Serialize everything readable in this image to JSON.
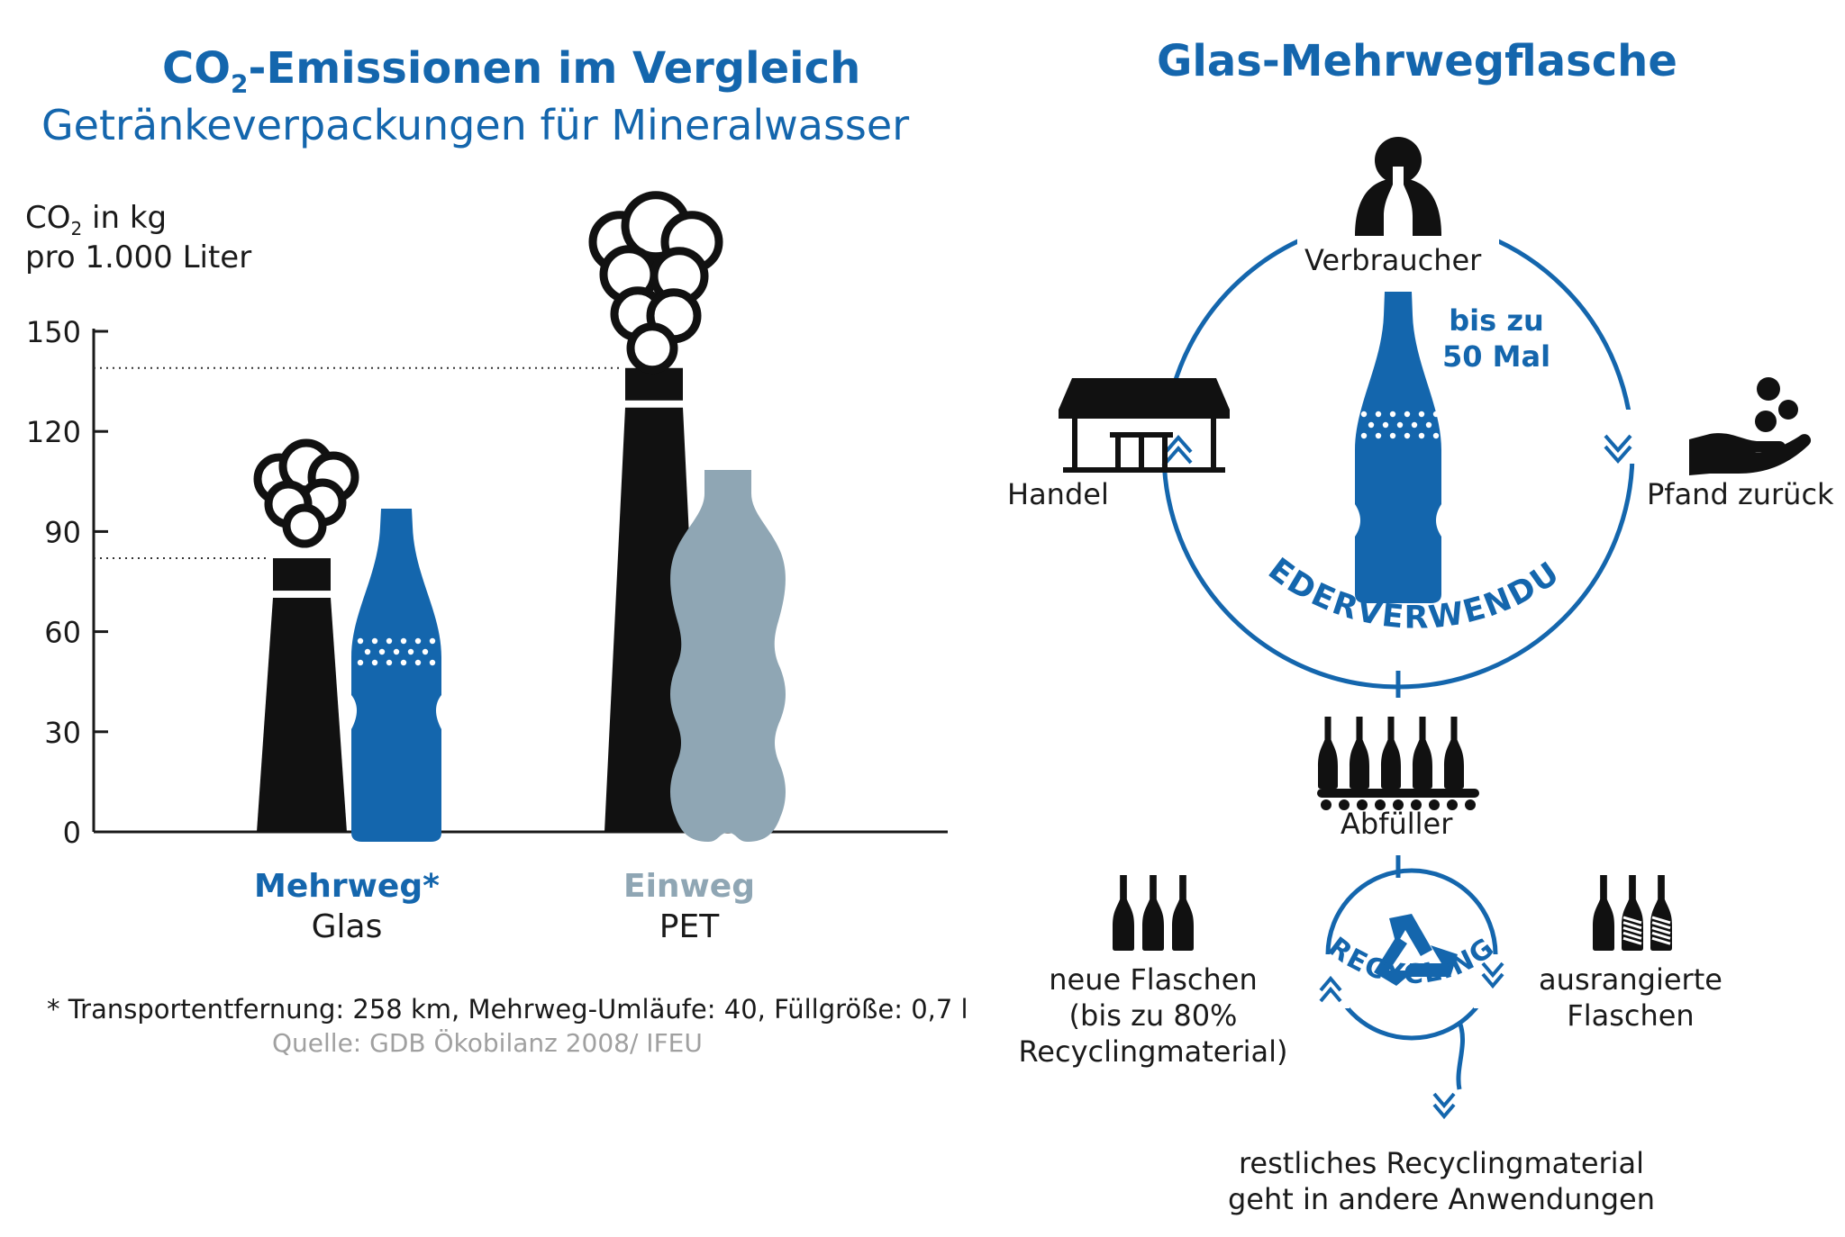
{
  "left": {
    "title_prefix": "CO",
    "title_sub": "2",
    "title_rest": "-Emissionen im Vergleich",
    "subtitle": "Getränkeverpackungen für Mineralwasser",
    "unit_prefix": "CO",
    "unit_sub": "2",
    "unit_rest": " in kg",
    "unit_line2": "pro 1.000 Liter",
    "groups": [
      {
        "name": "Mehrweg*",
        "material": "Glas"
      },
      {
        "name": "Einweg",
        "material": "PET"
      }
    ],
    "footnote": "* Transportentfernung: 258 km, Mehrweg-Umläufe: 40, Füllgröße: 0,7 l",
    "source": "Quelle: GDB Ökobilanz 2008/ IFEU"
  },
  "chart_data": {
    "type": "bar",
    "categories": [
      "Mehrweg* Glas",
      "Einweg PET"
    ],
    "values": [
      82,
      139
    ],
    "ylabel": "CO2 in kg pro 1.000 Liter",
    "yticks": [
      0,
      30,
      60,
      90,
      120,
      150
    ],
    "ylim": [
      0,
      150
    ],
    "grid": false
  },
  "right": {
    "title": "Glas-Mehrwegflasche",
    "verbraucher": "Verbraucher",
    "handel": "Handel",
    "pfand": "Pfand zurück",
    "bis_zu_1": "bis zu",
    "bis_zu_2": "50 Mal",
    "cycle_label": "WIEDERVERWENDUNG",
    "abfueller": "Abfüller",
    "neue_1": "neue Flaschen",
    "neue_2": "(bis zu 80%",
    "neue_3": "Recyclingmaterial)",
    "ausr_1": "ausrangierte",
    "ausr_2": "Flaschen",
    "recycling_label": "RECYCLING",
    "rest_1": "restliches Recyclingmaterial",
    "rest_2": "geht in andere Anwendungen"
  },
  "colors": {
    "blue": "#1466ad",
    "grey_blue": "#8fa6b4",
    "black": "#111111"
  }
}
